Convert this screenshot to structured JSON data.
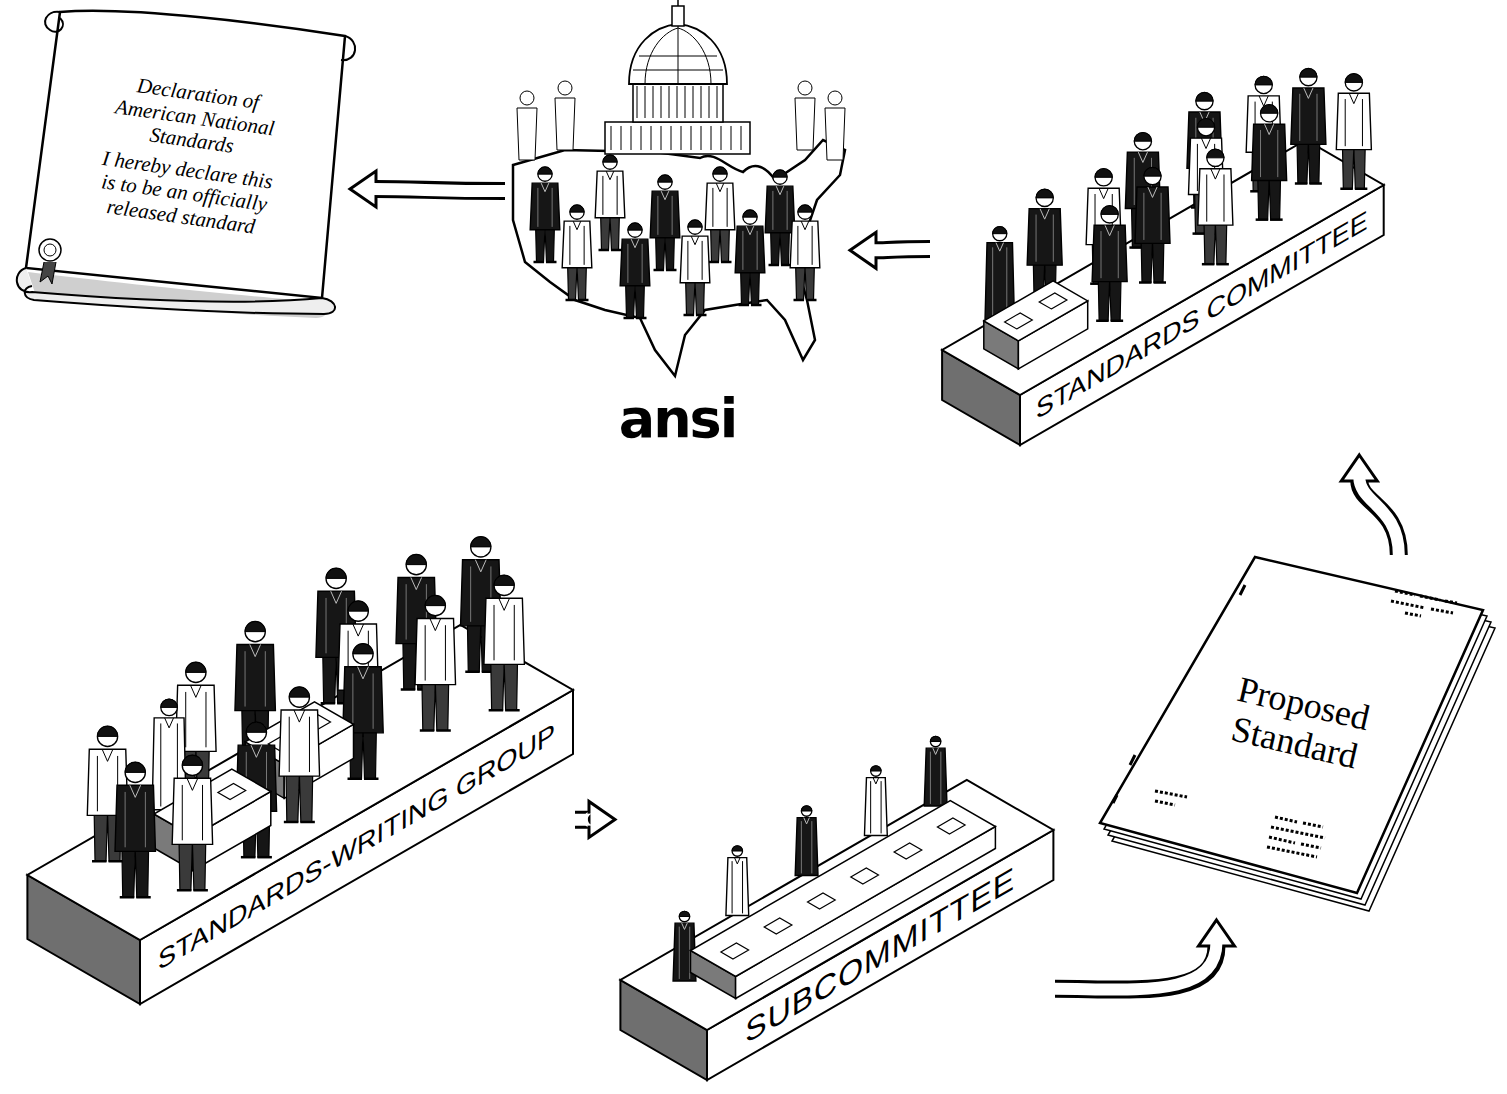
{
  "diagram": {
    "nodes": [
      {
        "text": [
          "Declaration of American National Standards",
          "I hereby declare this is to be an officially released standard"
        ]
      },
      {
        "text": [
          "ansi"
        ]
      },
      {
        "text": [
          "STANDARDS COMMITTEE"
        ]
      },
      {
        "text": [
          "STANDARDS-WRITING GROUP"
        ]
      },
      {
        "text": [
          "SUBCOMMITTEE"
        ]
      },
      {
        "text": [
          "Proposed Standard"
        ]
      }
    ],
    "edges": [
      {
        "from": 3,
        "to": 4,
        "arrow": "to"
      },
      {
        "from": 4,
        "to": 5,
        "arrow": "to"
      },
      {
        "from": 5,
        "to": 2,
        "arrow": "to"
      },
      {
        "from": 2,
        "to": 1,
        "arrow": "to"
      },
      {
        "from": 1,
        "to": 0,
        "arrow": "to"
      }
    ]
  }
}
